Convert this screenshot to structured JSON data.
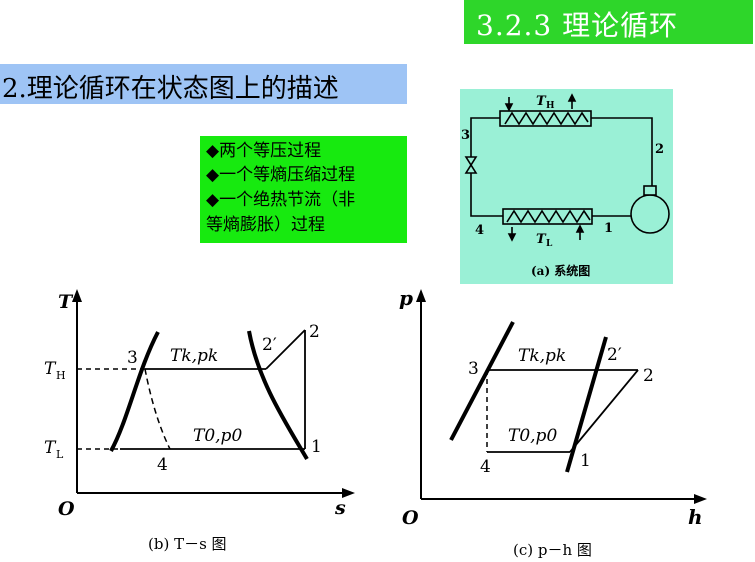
{
  "header": {
    "title": "3.2.3 理论循环"
  },
  "section": {
    "heading": "2.理论循环在状态图上的描述"
  },
  "bullets": [
    "◆两个等压过程",
    "◆一个等熵压缩过程",
    "◆一个绝热节流（非",
    "等熵膨胀）过程"
  ],
  "system_diagram": {
    "caption": "(a) 系统图",
    "label_TH": "T",
    "label_TH_sub": "H",
    "label_TL": "T",
    "label_TL_sub": "L",
    "point_1": "1",
    "point_2": "2",
    "point_3": "3",
    "point_4": "4"
  },
  "ts_diagram": {
    "caption": "(b) T－s 图",
    "y_axis": "T",
    "x_axis": "s",
    "origin": "O",
    "tick_TH": "T",
    "tick_TH_sub": "H",
    "tick_TL": "T",
    "tick_TL_sub": "L",
    "label_high": "Tk,pk",
    "label_low": "T0,p0",
    "point_1": "1",
    "point_2": "2",
    "point_2p": "2′",
    "point_3": "3",
    "point_4": "4"
  },
  "ph_diagram": {
    "caption": "(c) p－h 图",
    "y_axis": "p",
    "x_axis": "h",
    "origin": "O",
    "label_high": "Tk,pk",
    "label_low": "T0,p0",
    "point_1": "1",
    "point_2": "2",
    "point_2p": "2′",
    "point_3": "3",
    "point_4": "4"
  },
  "colors": {
    "title_bg": "#2ed62a",
    "subtitle_bg": "#9ec4f5",
    "bullets_bg": "#17ea0f",
    "system_bg": "#9af0d6"
  }
}
